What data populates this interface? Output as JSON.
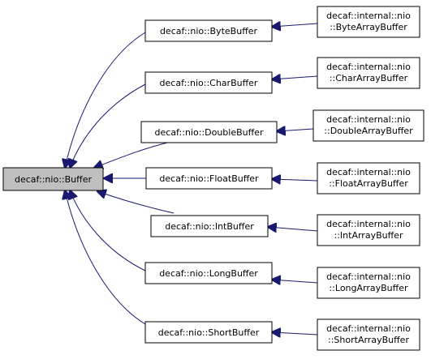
{
  "colors": {
    "edge": "#191970",
    "node_border": "#000000",
    "node_fill": "#ffffff",
    "root_fill": "#bfbfbf",
    "text": "#000000"
  },
  "root": {
    "label": "decaf::nio::Buffer"
  },
  "nodes": [
    {
      "id": "byte",
      "label": "decaf::nio::ByteBuffer",
      "impl": [
        "decaf::internal::nio",
        "::ByteArrayBuffer"
      ]
    },
    {
      "id": "char",
      "label": "decaf::nio::CharBuffer",
      "impl": [
        "decaf::internal::nio",
        "::CharArrayBuffer"
      ]
    },
    {
      "id": "double",
      "label": "decaf::nio::DoubleBuffer",
      "impl": [
        "decaf::internal::nio",
        "::DoubleArrayBuffer"
      ]
    },
    {
      "id": "float",
      "label": "decaf::nio::FloatBuffer",
      "impl": [
        "decaf::internal::nio",
        "::FloatArrayBuffer"
      ]
    },
    {
      "id": "int",
      "label": "decaf::nio::IntBuffer",
      "impl": [
        "decaf::internal::nio",
        "::IntArrayBuffer"
      ]
    },
    {
      "id": "long",
      "label": "decaf::nio::LongBuffer",
      "impl": [
        "decaf::internal::nio",
        "::LongArrayBuffer"
      ]
    },
    {
      "id": "short",
      "label": "decaf::nio::ShortBuffer",
      "impl": [
        "decaf::internal::nio",
        "::ShortArrayBuffer"
      ]
    }
  ]
}
